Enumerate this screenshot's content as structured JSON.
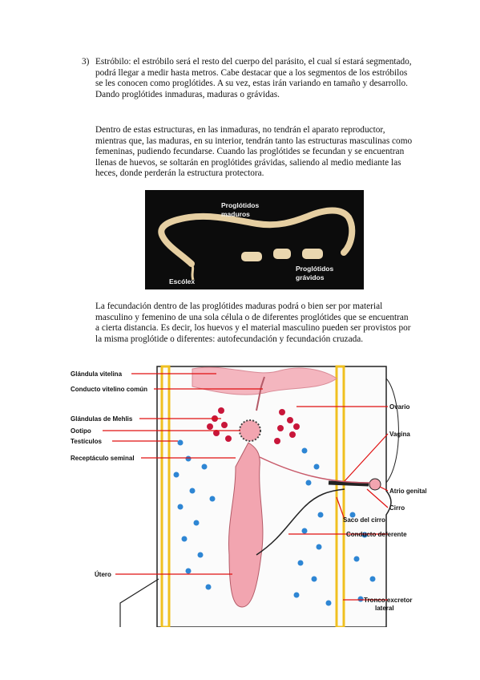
{
  "section": {
    "number": "3)",
    "para1": "Estróbilo: el estróbilo será el resto del cuerpo del parásito, el cual sí estará segmentado, podrá llegar a medir hasta metros. Cabe destacar que a los segmentos de los estróbilos se les conocen como proglótides. A su vez, estas irán variando en tamaño y desarrollo. Dando proglótides inmaduras, maduras o grávidas.",
    "para2": "Dentro de estas estructuras, en las inmaduras, no tendrán el aparato reproductor, mientras que, las maduras, en su interior, tendrán tanto las estructuras masculinas como femeninas, pudiendo fecundarse. Cuando las proglótides se fecundan y se encuentran llenas de huevos, se soltarán en proglótides grávidas, saliendo al medio mediante las heces, donde perderán la estructura protectora.",
    "para3": "La fecundación dentro de las proglótides maduras podrá o bien ser por material masculino y femenino de una sola célula o de diferentes proglótides que se encuentran a cierta distancia. Es decir, los huevos y el material masculino pueden ser provistos por la misma proglótide o diferentes: autofecundación y fecundación cruzada."
  },
  "photo": {
    "label_mature_1": "Proglótidos",
    "label_mature_2": "maduros",
    "label_gravid_1": "Proglótidos",
    "label_gravid_2": "grávidos",
    "label_scolex": "Escólex"
  },
  "diagram": {
    "glandula_vitelina": "Glándula vitelina",
    "conducto_vitelino": "Conducto vitelino común",
    "glandulas_mehlis": "Glándulas de Mehlis",
    "ootipo": "Ootipo",
    "testiculos": "Testículos",
    "receptaculo": "Receptáculo seminal",
    "utero": "Útero",
    "ovario": "Ovario",
    "vagina": "Vagina",
    "atrio": "Atrio genital",
    "cirro": "Cirro",
    "saco_cirro": "Saco del cirro",
    "conducto_deferente": "Conducto deferente",
    "tronco_1": "Tronco excretor",
    "tronco_2": "lateral"
  },
  "colors": {
    "uterus": "#f2a5b0",
    "testes": "#2e86d4",
    "ovary": "#c8163a",
    "pointer": "#e01010",
    "excretory": "#f0c020"
  }
}
